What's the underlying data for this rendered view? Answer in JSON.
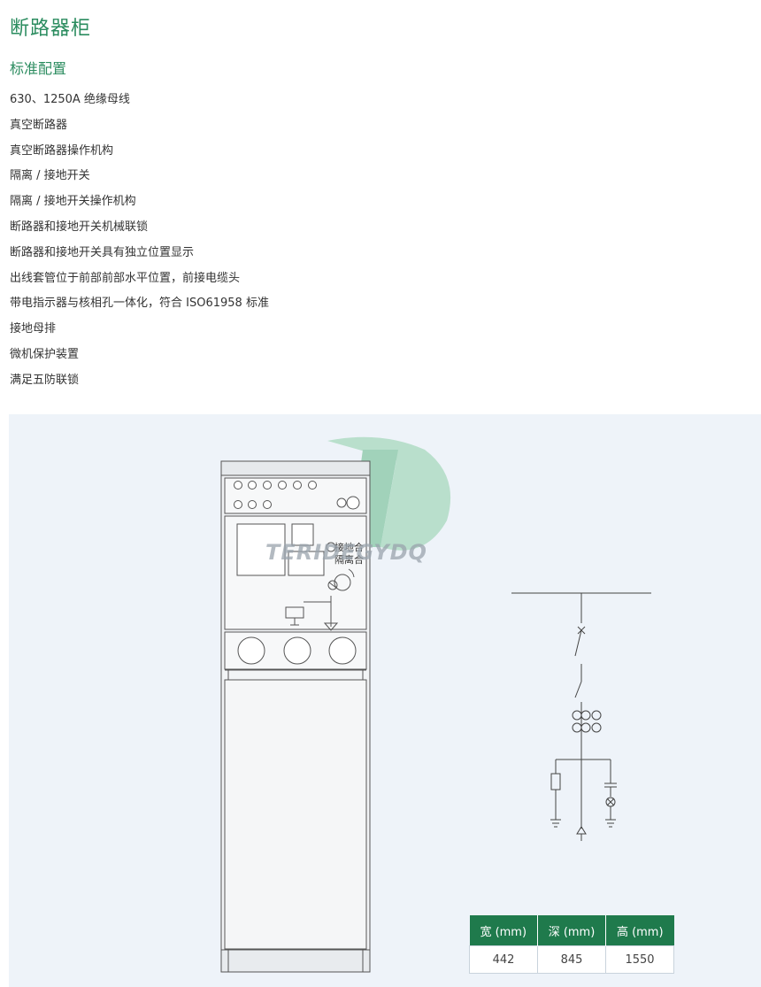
{
  "page": {
    "title": "断路器柜",
    "subtitle": "标准配置"
  },
  "features": [
    "630、1250A 绝缘母线",
    "真空断路器",
    "真空断路器操作机构",
    "隔离 / 接地开关",
    "隔离 / 接地开关操作机构",
    "断路器和接地开关机械联锁",
    "断路器和接地开关具有独立位置显示",
    "出线套管位于前部前部水平位置，前接电缆头",
    "带电指示器与核相孔一体化，符合 ISO61958 标准",
    "接地母排",
    "微机保护装置",
    "满足五防联锁"
  ],
  "diagram": {
    "label_earth_close": "接地合",
    "label_isolate_close": "隔离合",
    "logo_text": "TERIDEGYDQ"
  },
  "dimensions": {
    "headers": [
      "宽 (mm)",
      "深 (mm)",
      "高 (mm)"
    ],
    "values": [
      "442",
      "845",
      "1550"
    ]
  },
  "colors": {
    "accent": "#2b8c5f",
    "table_header": "#1f7a4c",
    "figure_bg": "#eef3f9"
  }
}
